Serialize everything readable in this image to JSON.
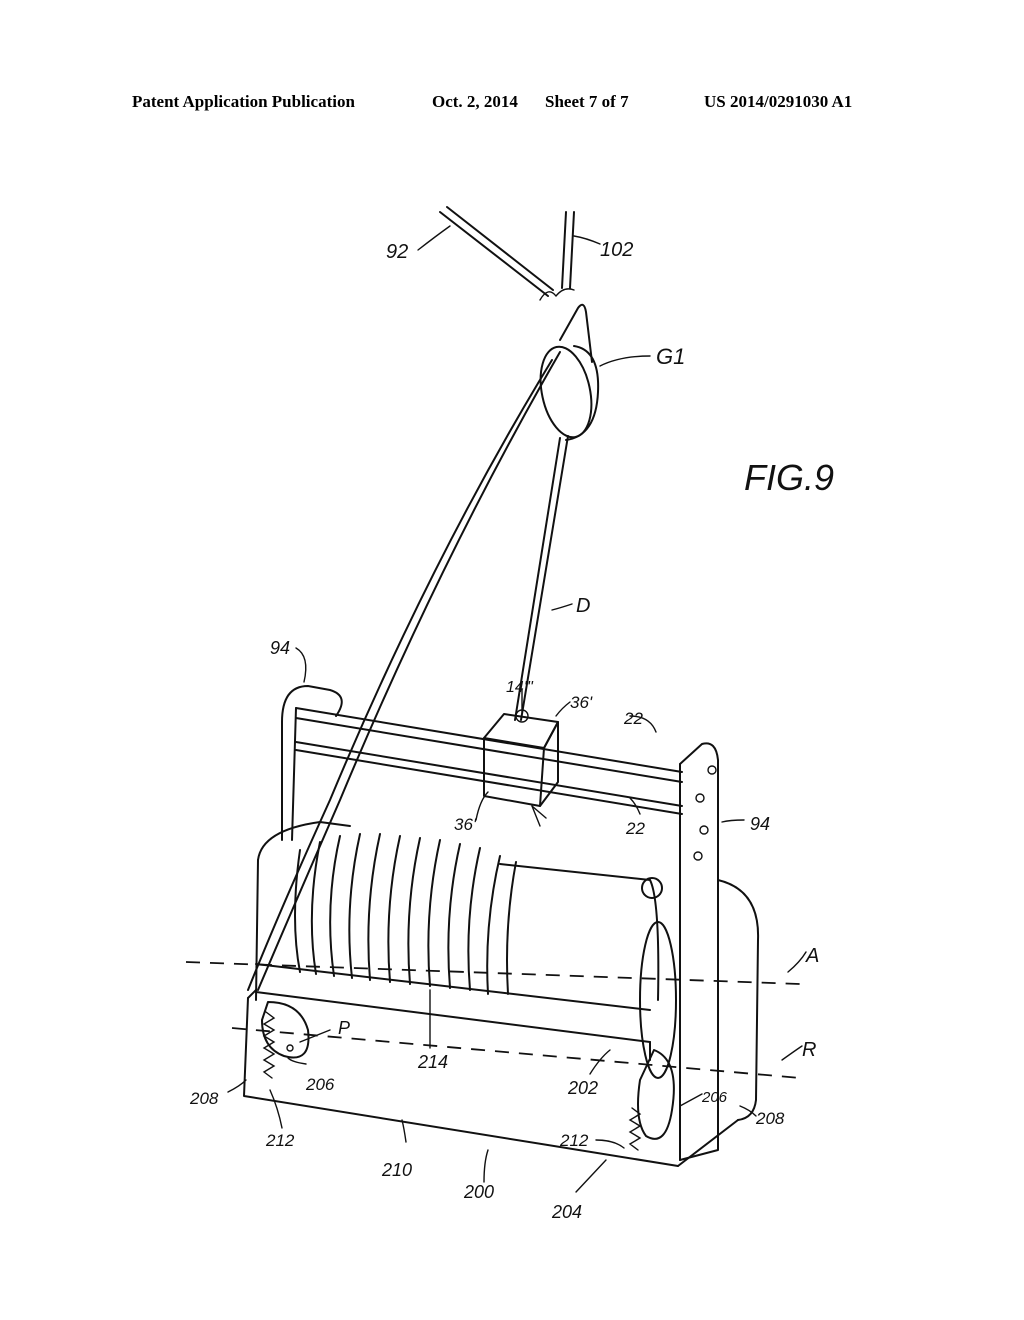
{
  "header": {
    "publication": "Patent Application Publication",
    "date": "Oct. 2, 2014",
    "sheet": "Sheet 7 of 7",
    "number": "US 2014/0291030 A1"
  },
  "figure": {
    "title": "FIG.9",
    "labels": {
      "l92": "92",
      "l102": "102",
      "lG1": "G1",
      "lD": "D",
      "l94a": "94",
      "l94b": "94",
      "l14": "14'''",
      "l36a": "36'",
      "l36b": "36'",
      "l22a": "22",
      "l22b": "22",
      "lA": "A",
      "lR": "R",
      "lP": "P",
      "l214": "214",
      "l202": "202",
      "l206a": "206",
      "l206b": "206",
      "l208a": "208",
      "l208b": "208",
      "l212a": "212",
      "l212b": "212",
      "l210": "210",
      "l200": "200",
      "l204": "204"
    }
  }
}
